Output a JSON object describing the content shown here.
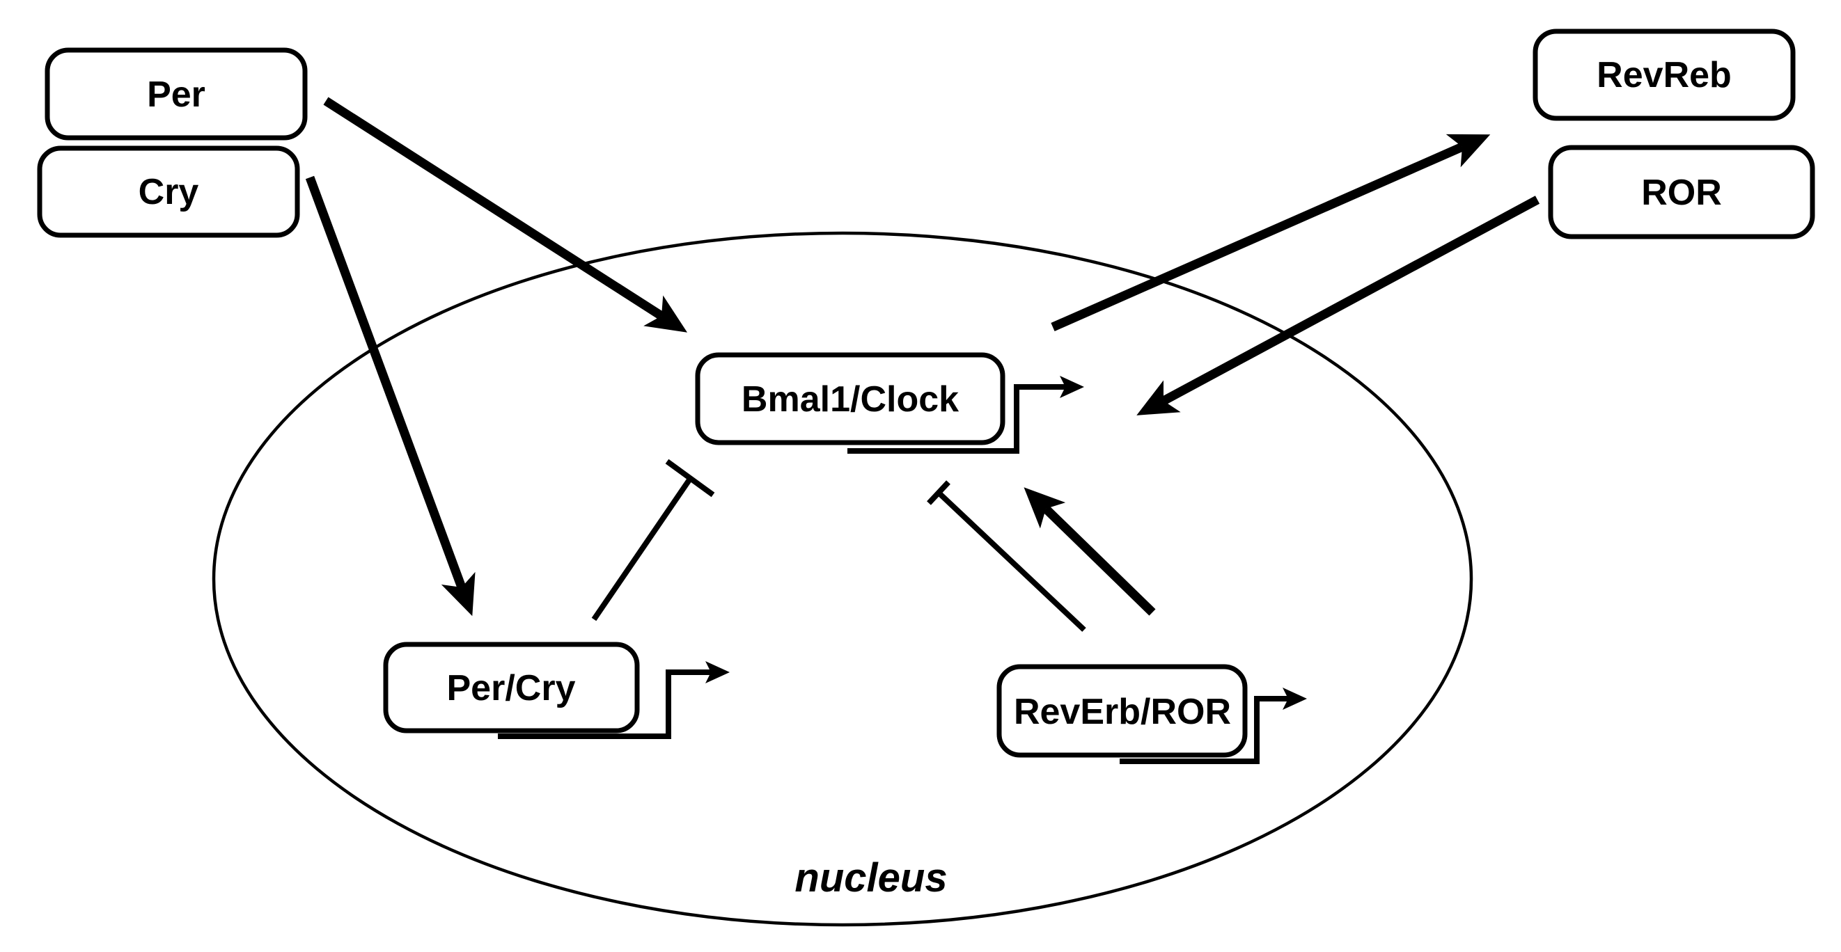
{
  "diagram": {
    "background_color": "#ffffff",
    "ink_color": "#000000",
    "compartment": {
      "label": "nucleus"
    },
    "nodes": {
      "per": {
        "label": "Per"
      },
      "cry": {
        "label": "Cry"
      },
      "revreb": {
        "label": "RevReb"
      },
      "ror": {
        "label": "ROR"
      },
      "bmal1_clock": {
        "label": "Bmal1/Clock"
      },
      "per_cry": {
        "label": "Per/Cry"
      },
      "reverb_ror": {
        "label": "RevErb/ROR"
      }
    },
    "edges": [
      {
        "from": "Per",
        "to": "Bmal1/Clock",
        "type": "activation-arrow"
      },
      {
        "from": "Cry",
        "to": "Per/Cry",
        "type": "activation-arrow"
      },
      {
        "from": "Bmal1/Clock",
        "to": "RevReb",
        "type": "activation-arrow"
      },
      {
        "from": "ROR",
        "to": "Bmal1/Clock",
        "type": "activation-arrow"
      },
      {
        "from": "RevErb/ROR",
        "to": "Bmal1/Clock",
        "type": "activation-arrow"
      },
      {
        "from": "Per/Cry",
        "to": "Bmal1/Clock",
        "type": "inhibition-tbar"
      },
      {
        "from": "RevErb/ROR",
        "to": "Bmal1/Clock",
        "type": "inhibition-tbar"
      }
    ],
    "transcription_promoters": [
      "Bmal1/Clock",
      "Per/Cry",
      "RevErb/ROR"
    ]
  }
}
